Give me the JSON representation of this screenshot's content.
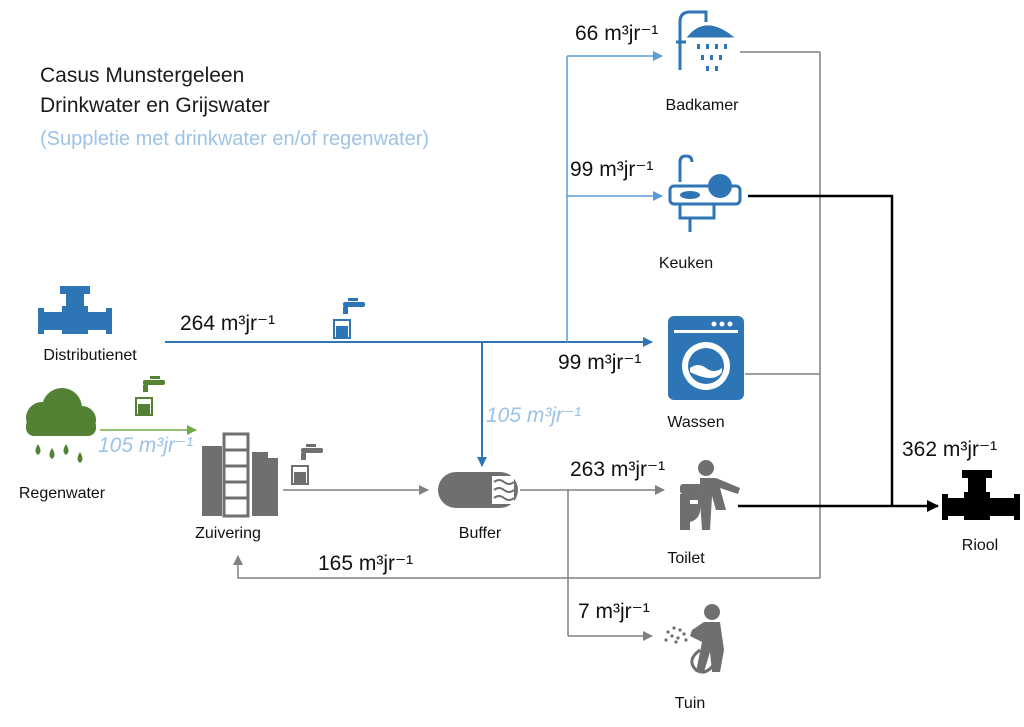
{
  "header": {
    "title_line1": "Casus Munstergeleen",
    "title_line2": "Drinkwater en Grijswater",
    "subtitle": "(Suppletie met drinkwater en/of regenwater)"
  },
  "unit": "m³jr⁻¹",
  "nodes": {
    "distributienet": "Distributienet",
    "regenwater": "Regenwater",
    "zuivering": "Zuivering",
    "buffer": "Buffer",
    "badkamer": "Badkamer",
    "keuken": "Keuken",
    "wassen": "Wassen",
    "toilet": "Toilet",
    "tuin": "Tuin",
    "riool": "Riool"
  },
  "flows": {
    "distributienet_total": "264",
    "to_badkamer": "66",
    "to_keuken": "99",
    "to_wassen": "99",
    "to_buffer_drinkwater": "105",
    "regenwater_to_zuivering": "105",
    "buffer_to_toilet": "263",
    "grijswater_return": "165",
    "to_tuin": "7",
    "to_riool": "362"
  },
  "colors": {
    "drinkwater": "#2e75b6",
    "drinkwater_light": "#5b9bd5",
    "supply_label": "#9dc3e6",
    "regenwater": "#548235",
    "regen_line": "#70ad47",
    "grey_water": "#808080",
    "icon_grey": "#6f6f6f",
    "sewer": "#000000",
    "icon_blue": "#2e75b6"
  }
}
